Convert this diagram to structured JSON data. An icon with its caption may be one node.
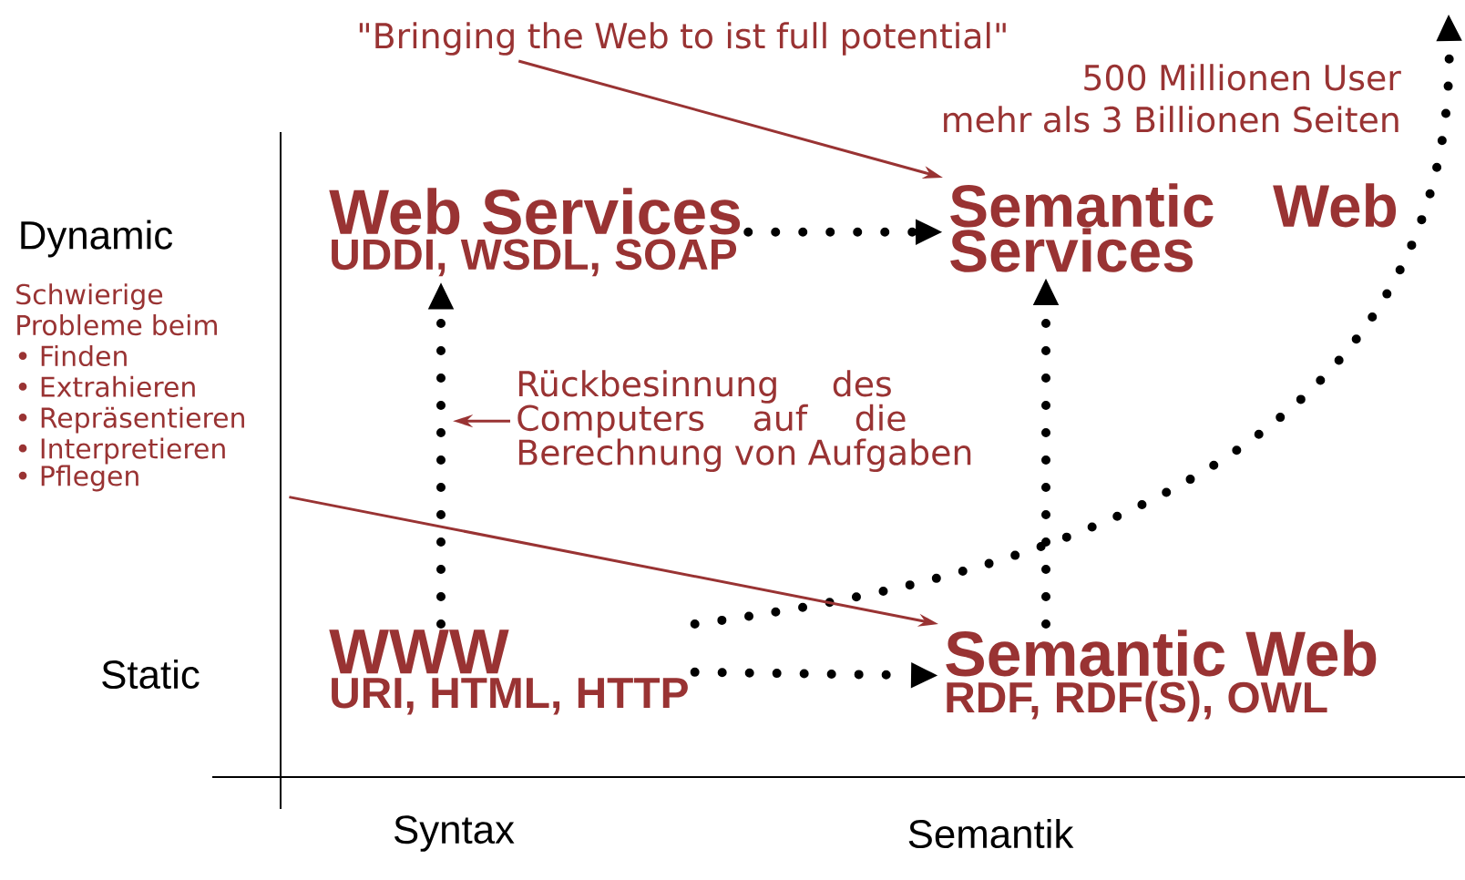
{
  "diagram": {
    "nodes": [
      {
        "text": [
          "WWW",
          "URI, HTML, HTTP"
        ]
      },
      {
        "text": [
          "Web Services",
          "UDDI, WSDL, SOAP"
        ]
      },
      {
        "text": [
          "Semantic Web",
          "RDF, RDF(S), OWL"
        ]
      },
      {
        "text": [
          "Semantic Web Services"
        ]
      },
      {
        "text": [
          "\"Bringing the Web to ist full potential\""
        ]
      },
      {
        "text": [
          "Schwierige Probleme beim",
          "• Finden",
          "• Extrahieren",
          "• Repräsentieren",
          "• Interpretieren",
          "• Pflegen"
        ]
      },
      {
        "text": [
          "Rückbesinnung des Computers auf die Berechnung von Aufgaben"
        ]
      }
    ],
    "edges": [
      {
        "from": 0,
        "to": 1,
        "arrow": "to",
        "style": "dashed"
      },
      {
        "from": 1,
        "to": 3,
        "arrow": "to",
        "style": "dashed"
      },
      {
        "from": 0,
        "to": 2,
        "arrow": "to",
        "style": "dashed"
      },
      {
        "from": 2,
        "to": 3,
        "arrow": "to",
        "style": "dashed"
      },
      {
        "from": 0,
        "to": null,
        "arrow": "to",
        "style": "dashed"
      },
      {
        "from": 4,
        "to": 3,
        "arrow": "to",
        "color": "#993333"
      },
      {
        "from": 5,
        "to": 2,
        "arrow": "to",
        "color": "#993333"
      },
      {
        "from": 6,
        "to": null,
        "arrow": "to",
        "color": "#993333"
      }
    ],
    "labels": [
      "500 Millionen User",
      "mehr als 3 Billionen Seiten",
      "Dynamic",
      "Static",
      "Syntax",
      "Semantik"
    ]
  }
}
